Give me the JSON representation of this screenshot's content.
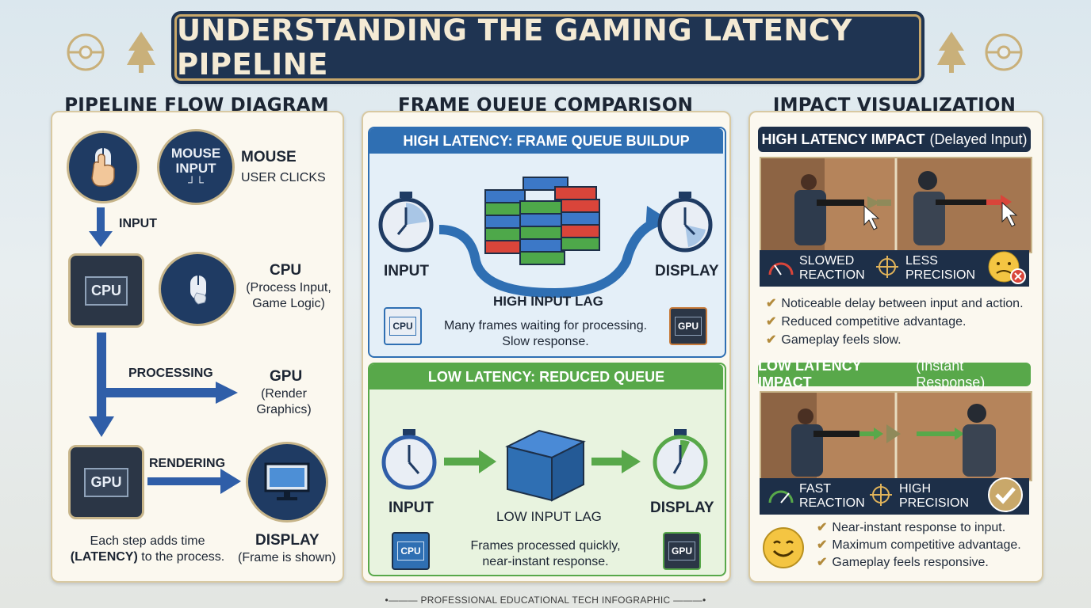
{
  "title": "UNDERSTANDING THE GAMING LATENCY PIPELINE",
  "footer": "PROFESSIONAL EDUCATIONAL TECH INFOGRAPHIC",
  "colors": {
    "navy": "#1f3452",
    "accent_gold": "#c9a86a",
    "high_blue": "#2f6fb3",
    "low_green": "#58a84a",
    "red": "#d9453a"
  },
  "left": {
    "title": "PIPELINE FLOW DIAGRAM",
    "mouse_badge": "MOUSE INPUT",
    "mouse_title": "MOUSE",
    "mouse_sub": "USER CLICKS",
    "arrow_input": "INPUT",
    "cpu_chip": "CPU",
    "cpu_title": "CPU",
    "cpu_sub": "(Process Input, Game Logic)",
    "arrow_processing": "PROCESSING",
    "gpu_title": "GPU",
    "gpu_sub": "(Render Graphics)",
    "gpu_chip": "GPU",
    "arrow_rendering": "RENDERING",
    "note_1": "Each step adds time",
    "note_latency": "(LATENCY)",
    "note_2": "to the process.",
    "display_title": "DISPLAY",
    "display_sub": "(Frame is shown)"
  },
  "middle": {
    "title": "FRAME QUEUE COMPARISON",
    "high": {
      "header": "HIGH LATENCY: FRAME QUEUE BUILDUP",
      "input": "INPUT",
      "display": "DISPLAY",
      "lag": "HIGH INPUT LAG",
      "desc": "Many frames waiting for processing. Slow response.",
      "cpu": "CPU",
      "gpu": "GPU"
    },
    "low": {
      "header": "LOW LATENCY: REDUCED QUEUE",
      "input": "INPUT",
      "display": "DISPLAY",
      "lag": "LOW INPUT LAG",
      "desc": "Frames processed quickly, near-instant response.",
      "cpu": "CPU",
      "gpu": "GPU"
    }
  },
  "right": {
    "title": "IMPACT VISUALIZATION",
    "high": {
      "header_bold": "HIGH LATENCY IMPACT",
      "header_note": "(Delayed Input)",
      "stat1": "SLOWED REACTION",
      "stat2": "LESS PRECISION",
      "bullets": [
        "Noticeable delay between input and action.",
        "Reduced competitive advantage.",
        "Gameplay feels slow."
      ]
    },
    "low": {
      "header_bold": "LOW LATENCY IMPACT",
      "header_note": "(Instant Response)",
      "stat1": "FAST REACTION",
      "stat2": "HIGH PRECISION",
      "bullets": [
        "Near-instant response to input.",
        "Maximum competitive advantage.",
        "Gameplay feels responsive."
      ]
    }
  }
}
